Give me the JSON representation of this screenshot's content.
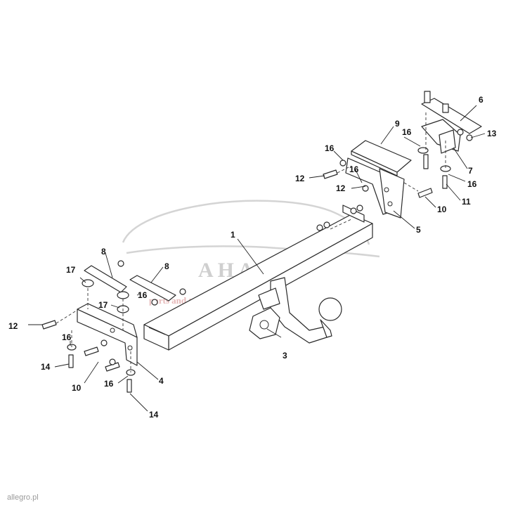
{
  "diagram": {
    "callouts": {
      "c1": "1",
      "c3": "3",
      "c4": "4",
      "c5": "5",
      "c6": "6",
      "c7": "7",
      "c8a": "8",
      "c8b": "8",
      "c9": "9",
      "c10a": "10",
      "c10b": "10",
      "c11": "11",
      "c12a": "12",
      "c12b": "12",
      "c12c": "12",
      "c13": "13",
      "c14a": "14",
      "c14b": "14",
      "c16a": "16",
      "c16b": "16",
      "c16c": "16",
      "c16d": "16",
      "c16e": "16",
      "c16f": "16",
      "c16g": "16",
      "c17a": "17",
      "c17b": "17"
    },
    "watermark": {
      "brand": "AHAKA",
      "sub": "parts and travel"
    }
  },
  "footer": {
    "mark": "allegro.pl"
  },
  "colors": {
    "line": "#2a2a2a",
    "watermark": "#cfcfcf"
  }
}
